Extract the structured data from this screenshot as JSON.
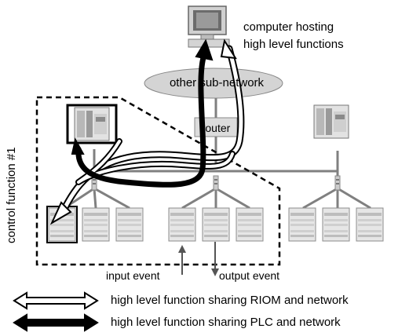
{
  "labels": {
    "computer_line1": "computer hosting",
    "computer_line2": "high level functions",
    "cloud": "other sub-network",
    "router": "router",
    "control_function": "control function #1",
    "input_event": "input event",
    "output_event": "output event"
  },
  "legend": [
    {
      "style": "hollow-double-arrow",
      "text": "high level function sharing RIOM and network"
    },
    {
      "style": "solid-double-arrow",
      "text": "high level function sharing PLC and network"
    }
  ],
  "colors": {
    "device": "#d9d9d9",
    "device_dark": "#7f7f7f",
    "network_line": "#808080",
    "cloud_fill": "#d4d4d4"
  }
}
